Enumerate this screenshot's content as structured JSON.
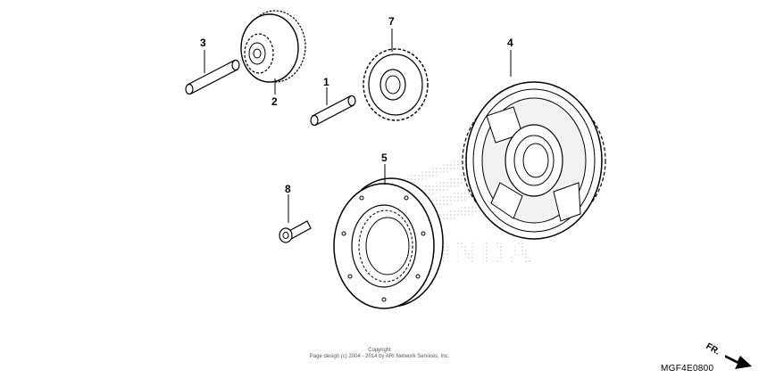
{
  "callouts": {
    "p1": "1",
    "p2": "2",
    "p3": "3",
    "p4": "4",
    "p5": "5",
    "p7": "7",
    "p8": "8"
  },
  "watermark": "HONDA",
  "copyright": {
    "line1": "Copyright",
    "line2": "Page design (c) 2004 - 2014 by ARI Network Services, Inc."
  },
  "diagram_code": "MGF4E0800",
  "direction_label": "FR."
}
